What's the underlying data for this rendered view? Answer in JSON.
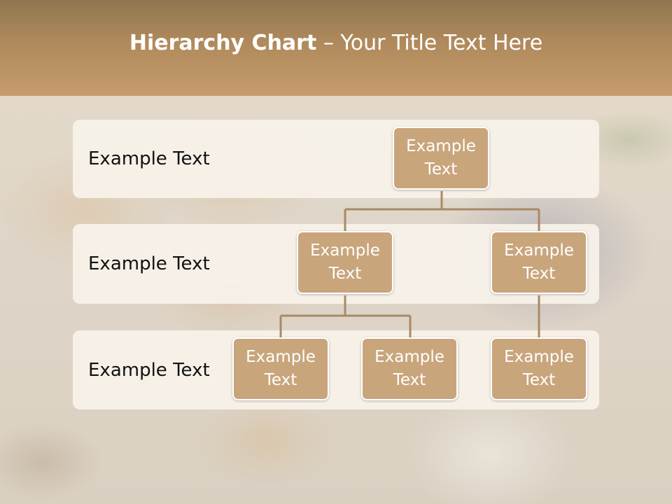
{
  "title": {
    "bold": "Hierarchy Chart",
    "rest": " – Your Title Text Here"
  },
  "bands": [
    {
      "label": "Example Text"
    },
    {
      "label": "Example Text"
    },
    {
      "label": "Example Text"
    }
  ],
  "nodes": {
    "root": "Example\nText",
    "level2_left": "Example\nText",
    "level2_right": "Example\nText",
    "level3_a": "Example\nText",
    "level3_b": "Example\nText",
    "level3_c": "Example\nText"
  },
  "colors": {
    "header": "#b08a5c",
    "node_fill": "#c9a57c",
    "connector": "#a88a68",
    "band_fill": "#f8f2ea"
  }
}
